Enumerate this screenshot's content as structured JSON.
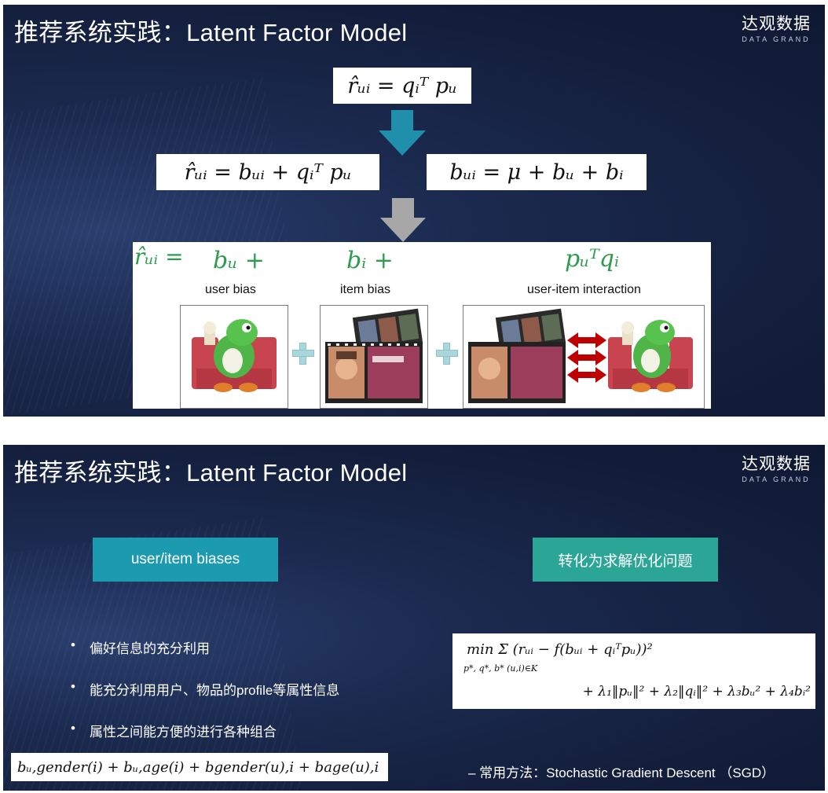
{
  "slide1": {
    "title": "推荐系统实践：Latent Factor Model",
    "logo": {
      "cn": "达观数据",
      "en": "DATA GRAND"
    },
    "formula_top": "r̂ᵤᵢ = qᵢᵀ pᵤ",
    "formula_left": "r̂ᵤᵢ = bᵤᵢ + qᵢᵀ pᵤ",
    "formula_right": "bᵤᵢ = μ + bᵤ + bᵢ",
    "panel": {
      "rhat": "r̂ᵤᵢ =",
      "term_user": "bᵤ +",
      "term_item": "bᵢ +",
      "term_interaction": "pᵤᵀqᵢ",
      "label_user": "user bias",
      "label_item": "item bias",
      "label_interaction": "user-item interaction"
    },
    "colors": {
      "arrow_down_1": "#1f8fab",
      "arrow_down_2": "#a7a7a7",
      "double_arrow": "#c00000",
      "term_green": "#2e9c4f"
    }
  },
  "slide2": {
    "title": "推荐系统实践：Latent Factor Model",
    "logo": {
      "cn": "达观数据",
      "en": "DATA GRAND"
    },
    "badge_left": "user/item biases",
    "badge_right": "转化为求解优化问题",
    "bullets": [
      "偏好信息的充分利用",
      "能充分利用用户、物品的profile等属性信息",
      "属性之间能方便的进行各种组合"
    ],
    "optimization": {
      "min_line": "min  Σ  (rᵤᵢ − f(bᵤᵢ + qᵢᵀpᵤ))²",
      "subscript": "p*, q*, b*    (u,i)∈K",
      "reg_line": "+ λ₁‖pᵤ‖² + λ₂‖qᵢ‖² + λ₃bᵤ² + λ₄bᵢ²"
    },
    "bias_formula": "bᵤ,gender(i) + bᵤ,age(i) + bgender(u),i + bage(u),i",
    "sgd": "–   常用方法：Stochastic Gradient Descent （SGD）",
    "colors": {
      "badge_left": "#1c9bb0",
      "badge_right": "#2aa596"
    }
  }
}
